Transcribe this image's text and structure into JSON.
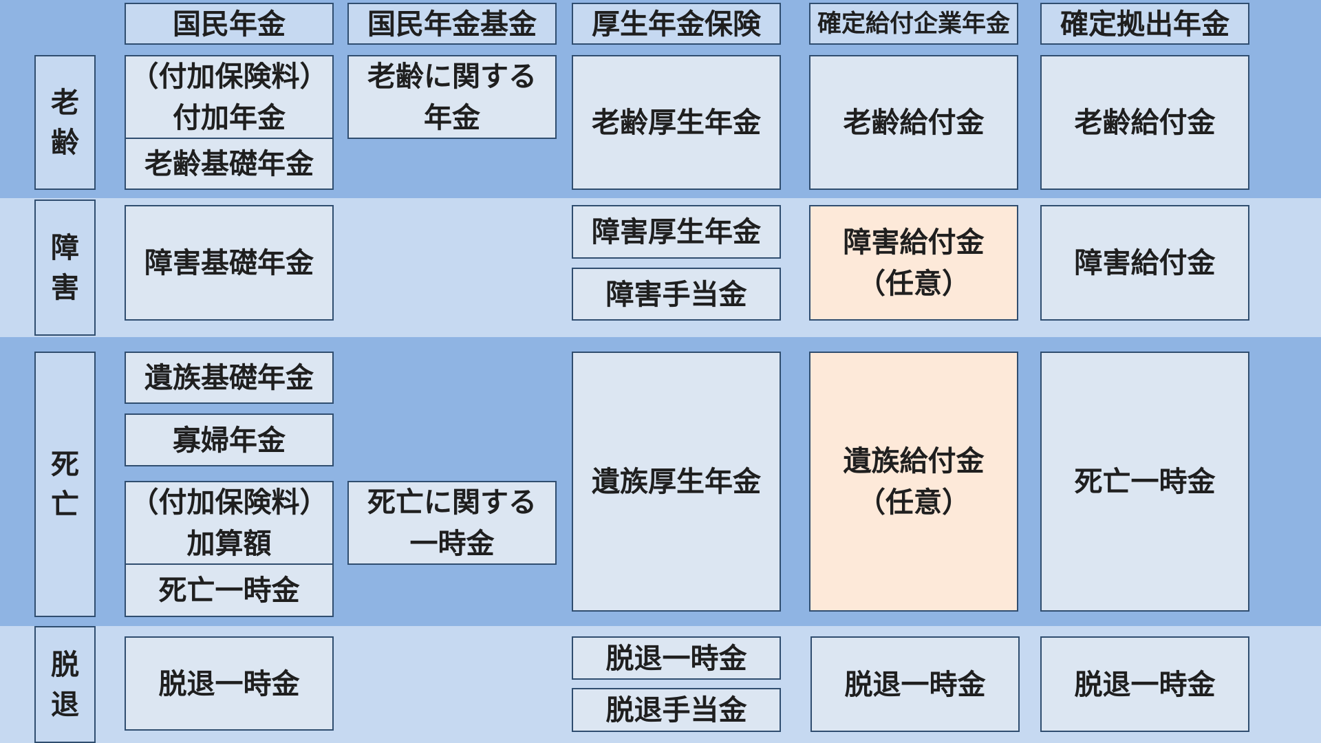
{
  "headers": {
    "kokumin_nenkin": "国民年金",
    "kokumin_nenkin_kikin": "国民年金基金",
    "kosei_nenkin_hoken": "厚生年金保険",
    "kakutei_kyufu": "確定給付企業年金",
    "kakutei_kyoshutsu": "確定拠出年金"
  },
  "categories": {
    "rourei": "老\n齢",
    "shougai": "障\n害",
    "shibou": "死\n亡",
    "dattai": "脱\n退"
  },
  "rourei": {
    "fuka_nenkin": "（付加保険料）\n付加年金",
    "rourei_kiso": "老齢基礎年金",
    "kikin_nenkin": "老齢に関する\n年金",
    "rourei_kosei": "老齢厚生年金",
    "db_kyufu": "老齢給付金",
    "dc_kyufu": "老齢給付金"
  },
  "shougai": {
    "shougai_kiso": "障害基礎年金",
    "shougai_kosei": "障害厚生年金",
    "shougai_teate": "障害手当金",
    "db_kyufu": "障害給付金\n（任意）",
    "dc_kyufu": "障害給付金"
  },
  "shibou": {
    "izoku_kiso": "遺族基礎年金",
    "kafu_nenkin": "寡婦年金",
    "kasangaku": "（付加保険料）\n加算額",
    "shibou_ichiji": "死亡一時金",
    "kikin_ichiji": "死亡に関する\n一時金",
    "izoku_kosei": "遺族厚生年金",
    "db_kyufu": "遺族給付金\n（任意）",
    "dc_ichiji": "死亡一時金"
  },
  "dattai": {
    "kokumin_ichiji": "脱退一時金",
    "kosei_ichiji": "脱退一時金",
    "kosei_teate": "脱退手当金",
    "db_ichiji": "脱退一時金",
    "dc_ichiji": "脱退一時金"
  },
  "colors": {
    "band_dark": "#8fb4e3",
    "band_light": "#c6d9f1",
    "box": "#dce6f2",
    "optional": "#fde9d9",
    "border": "#2f4d6f"
  }
}
